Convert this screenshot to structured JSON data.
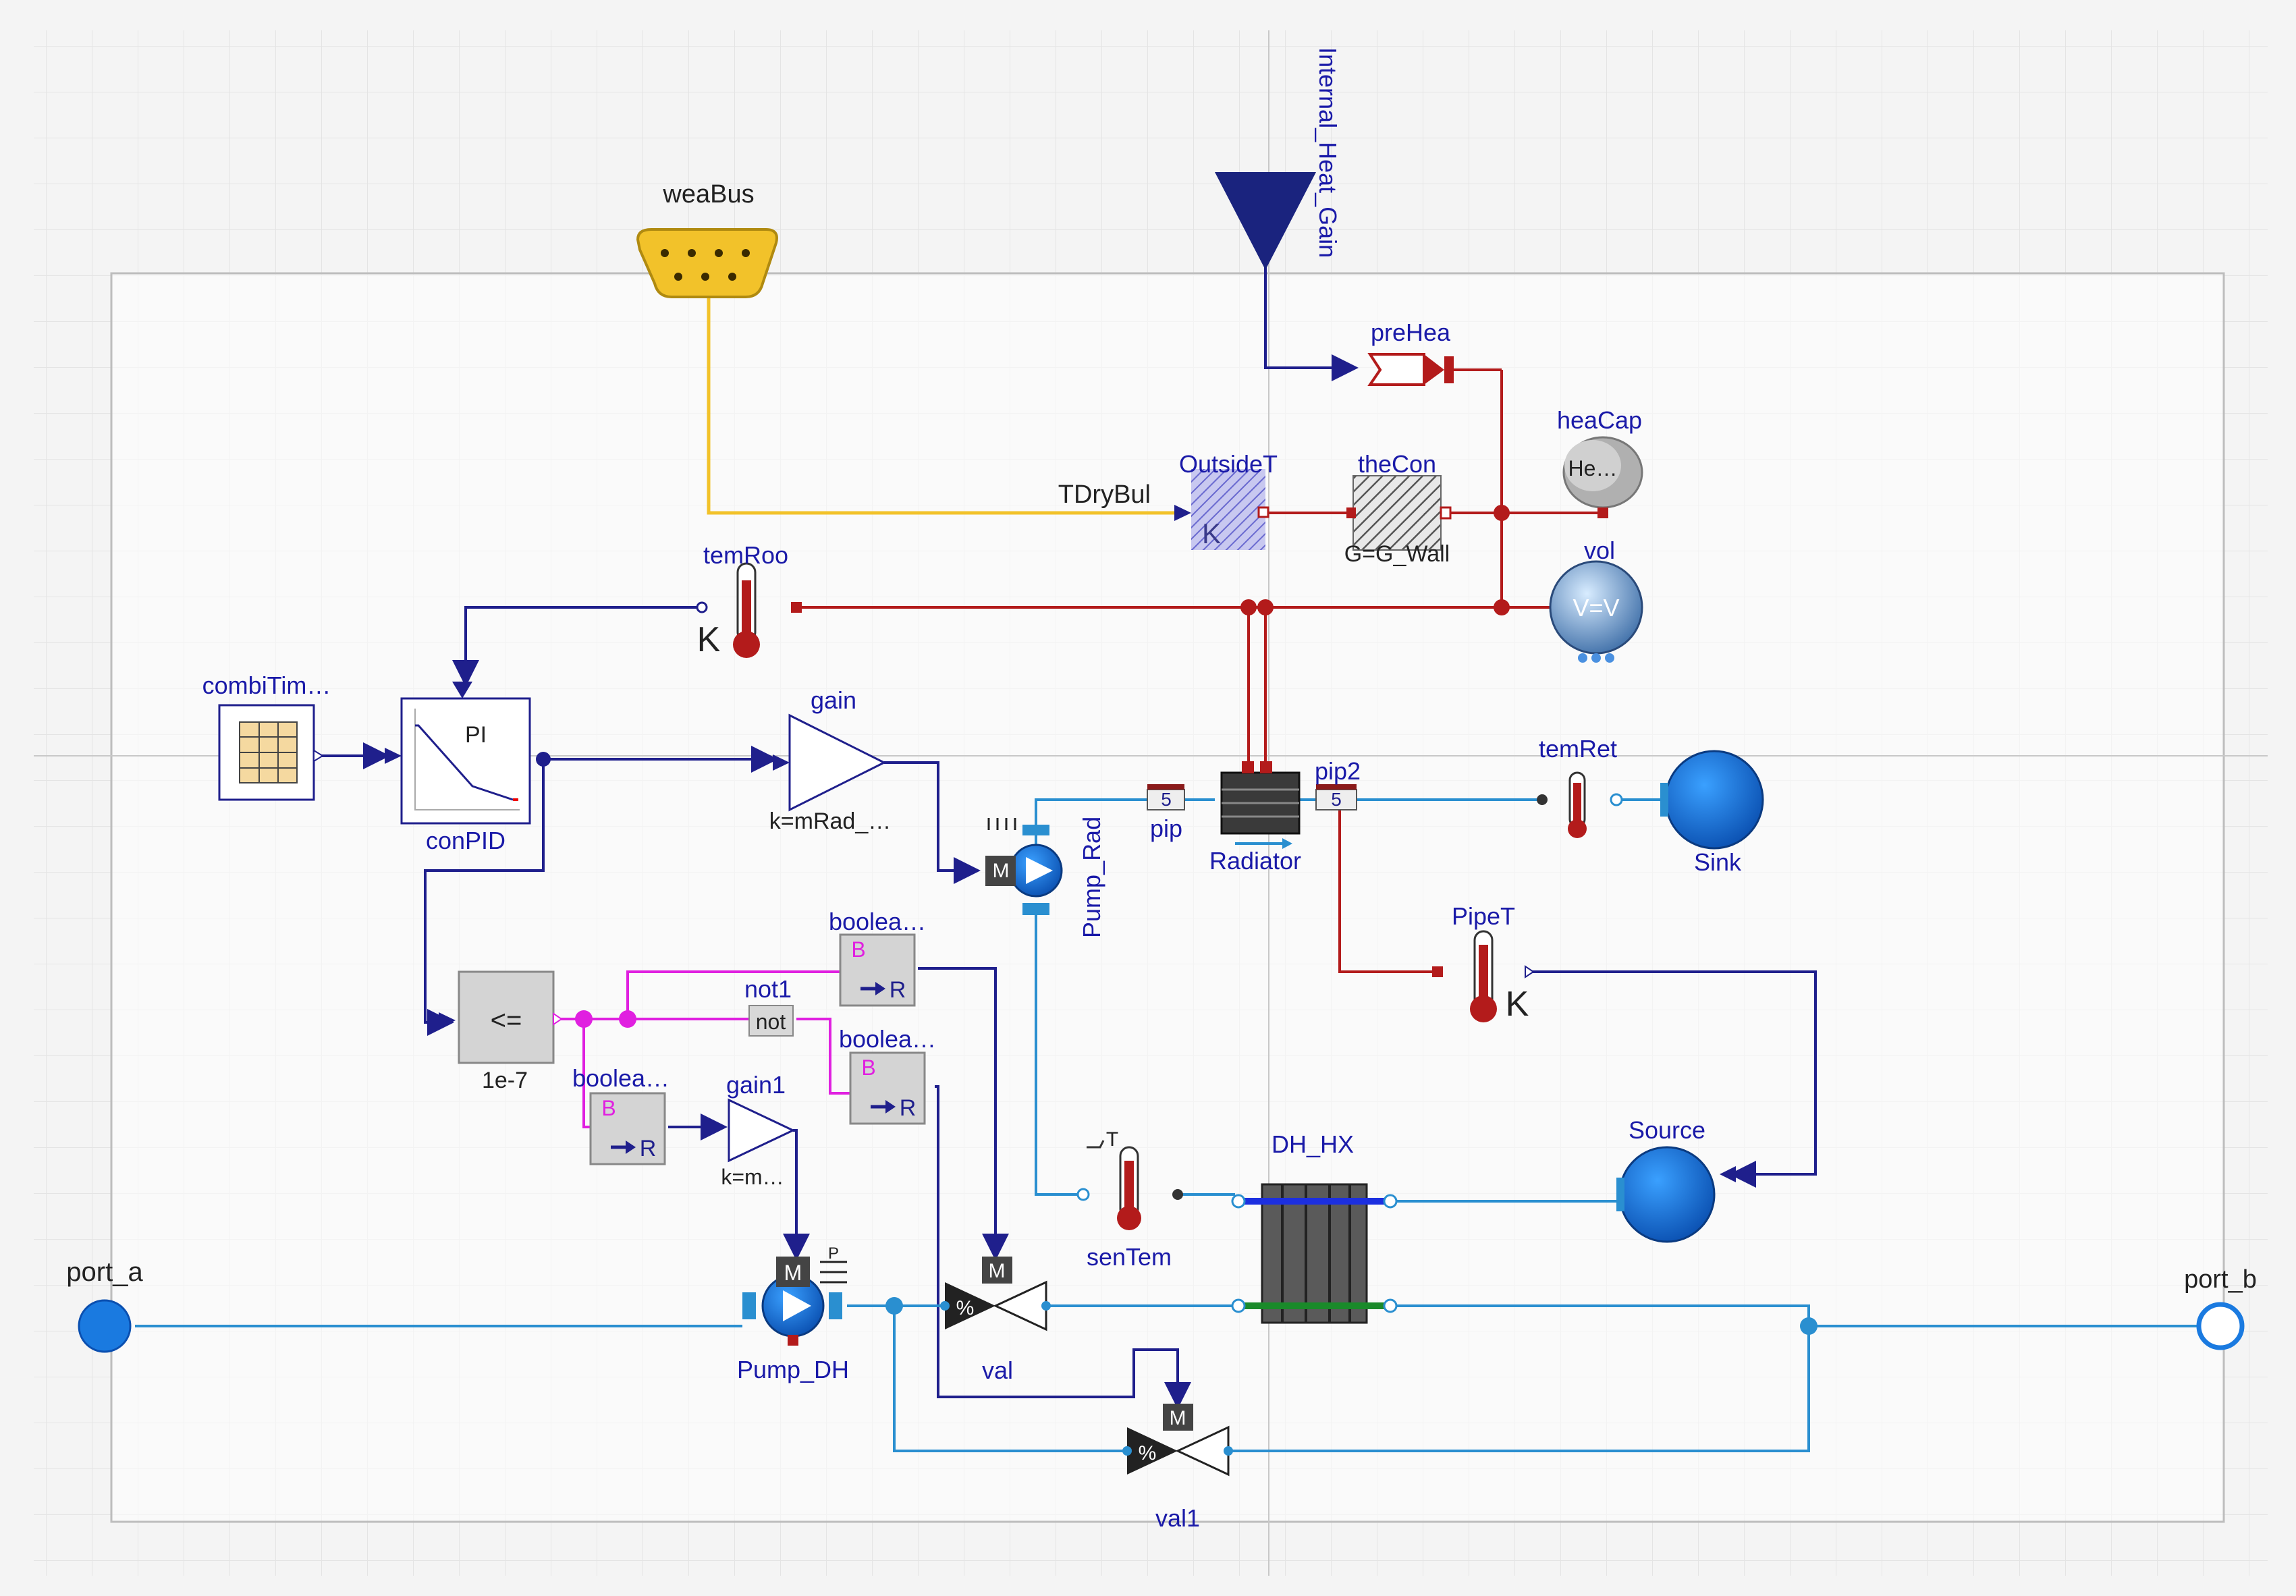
{
  "labels": {
    "weaBus": "weaBus",
    "internal_heat_gain": "Internal_Heat_Gain",
    "preHea": "preHea",
    "heaCap": "heaCap",
    "heaCap_inner": "He…",
    "outsideT": "OutsideT",
    "outsideT_unit": "K",
    "theCon": "theCon",
    "theCon_param": "G=G_Wall",
    "tDryBul": "TDryBul",
    "vol": "vol",
    "vol_param": "V=V",
    "temRoo": "temRoo",
    "temRoo_unit": "K",
    "combiTim": "combiTim…",
    "conPID": "conPID",
    "conPID_inner": "PI",
    "gain": "gain",
    "gain_param": "k=mRad_…",
    "pump_rad": "Pump_Rad",
    "pip": "pip",
    "pip_mark": "5",
    "radiator": "Radiator",
    "pip2": "pip2",
    "pip2_mark": "5",
    "temRet": "temRet",
    "sink": "Sink",
    "pipeT": "PipeT",
    "pipeT_unit": "K",
    "compare_op": "<=",
    "compare_param": "1e-7",
    "not1": "not1",
    "not_inner": "not",
    "boolea1": "boolea…",
    "boolea2": "boolea…",
    "boolea3": "boolea…",
    "b_letter": "B",
    "r_letter": "R",
    "gain1": "gain1",
    "gain1_param": "k=m…",
    "senTem": "senTem",
    "senTem_T": "T",
    "dh_hx": "DH_HX",
    "source": "Source",
    "port_a": "port_a",
    "port_b": "port_b",
    "pump_dh": "Pump_DH",
    "val": "val",
    "val1": "val1",
    "motor_letter": "M",
    "percent": "%",
    "pump_P": "P"
  },
  "colors": {
    "signal": "#1f1f8c",
    "heat": "#b31b1b",
    "fluid": "#2a8fd0",
    "weather": "#f2c22a",
    "boolean": "#e020e0",
    "label": "#1a1aa8"
  }
}
